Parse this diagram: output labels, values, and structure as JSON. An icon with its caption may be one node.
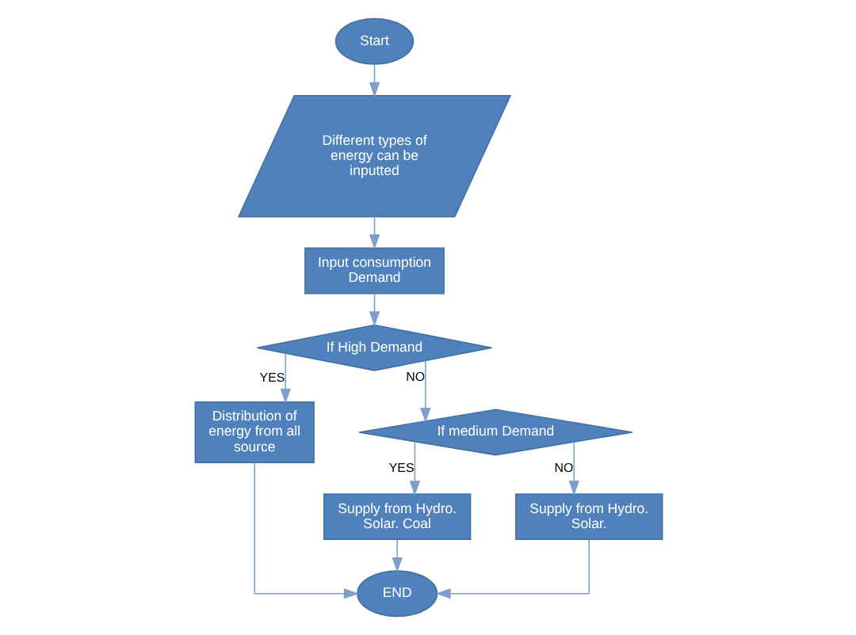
{
  "diagram": {
    "nodes": [
      {
        "text": [
          "Start"
        ]
      },
      {
        "text": [
          "Different types of energy can be inputted"
        ]
      },
      {
        "text": [
          "Input consumption Demand"
        ]
      },
      {
        "text": [
          "If High Demand"
        ]
      },
      {
        "text": [
          "Distribution of energy from all source"
        ]
      },
      {
        "text": [
          "If medium Demand"
        ]
      },
      {
        "text": [
          "Supply from Hydro. Solar. Coal"
        ]
      },
      {
        "text": [
          "Supply from Hydro. Solar."
        ]
      },
      {
        "text": [
          "END"
        ]
      }
    ],
    "edges": [
      {
        "from": 0,
        "to": 1,
        "arrow": "to"
      },
      {
        "from": 1,
        "to": 2,
        "arrow": "to"
      },
      {
        "from": 2,
        "to": 3,
        "arrow": "to"
      },
      {
        "from": 3,
        "to": 4,
        "arrow": "to",
        "label": "YES"
      },
      {
        "from": 3,
        "to": 5,
        "arrow": "to",
        "label": "NO"
      },
      {
        "from": 5,
        "to": 6,
        "arrow": "to",
        "label": "YES"
      },
      {
        "from": 5,
        "to": 7,
        "arrow": "to",
        "label": "NO"
      },
      {
        "from": 4,
        "to": 8,
        "arrow": "to"
      },
      {
        "from": 6,
        "to": 8,
        "arrow": "to"
      },
      {
        "from": 7,
        "to": 8,
        "arrow": "to"
      }
    ]
  }
}
